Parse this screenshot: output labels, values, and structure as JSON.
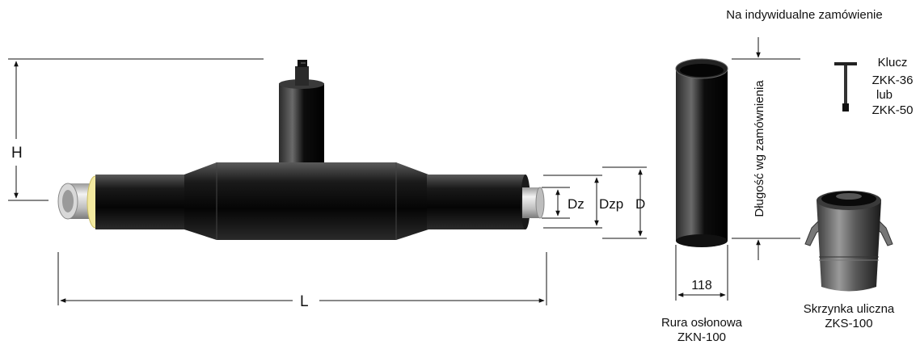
{
  "labels": {
    "h": "H",
    "l": "L",
    "dz": "Dz",
    "dzp": "Dzp",
    "d": "D",
    "order_note": "Na indywidualne zamówienie",
    "length_note": "Długość wg zamównienia",
    "width_118": "118",
    "pipe_line1": "Rura osłonowa",
    "pipe_line2": "ZKN-100",
    "key_line1": "Klucz",
    "key_line2": "ZKK-36",
    "key_line3": "lub",
    "key_line4": "ZKK-50",
    "box_line1": "Skrzynka uliczna",
    "box_line2": "ZKS-100"
  },
  "colors": {
    "body": "#0a0a0a",
    "steel": "#c8c8c8",
    "insulation": "#f3e9a0",
    "line": "#111111",
    "background": "#ffffff"
  }
}
